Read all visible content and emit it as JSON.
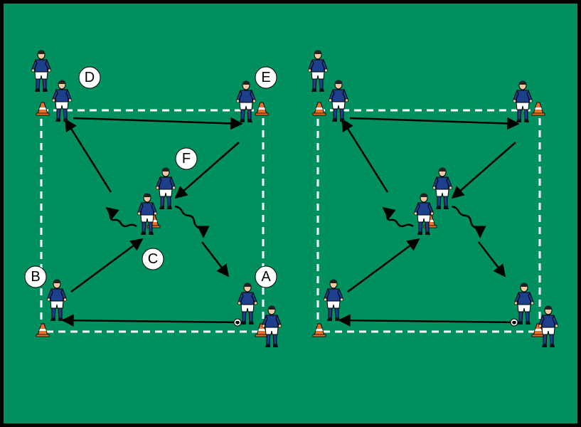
{
  "colors": {
    "pitch": "#009060",
    "border": "#000000",
    "grid_line": "#ffffff",
    "shirt": "#1d3f8c",
    "shorts": "#ffffff",
    "skin": "#f3c9a3",
    "cone": "#e8722a",
    "arrow": "#000000",
    "label_bg": "#ffffff"
  },
  "labels": [
    "A",
    "B",
    "C",
    "D",
    "E",
    "F"
  ],
  "icons": {
    "player": "player-icon",
    "cone": "cone-icon",
    "ball": "ball-icon"
  }
}
